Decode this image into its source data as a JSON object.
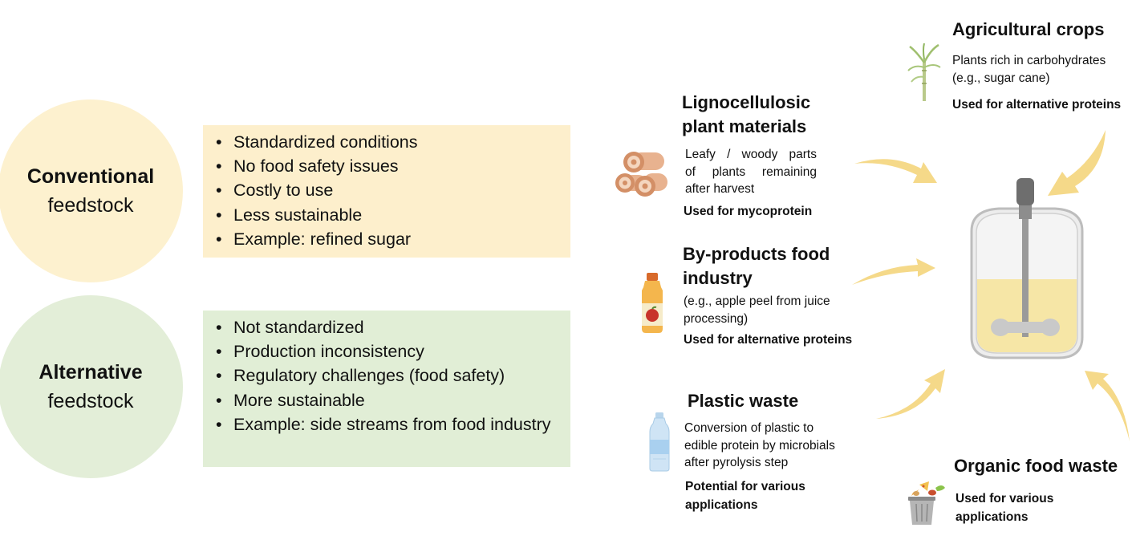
{
  "conventional": {
    "title": "Conventional",
    "subtitle": "feedstock",
    "bullets": [
      "Standardized conditions",
      "No food safety issues",
      "Costly to use",
      "Less sustainable",
      "Example: refined sugar"
    ]
  },
  "alternative": {
    "title": "Alternative",
    "subtitle": "feedstock",
    "bullets": [
      "Not standardized",
      "Production inconsistency",
      "Regulatory challenges (food safety)",
      "More sustainable",
      "Example: side streams from food industry"
    ]
  },
  "sources": {
    "agricultural": {
      "title": "Agricultural crops",
      "desc1": "Plants rich in carbohydrates",
      "desc2": "(e.g., sugar cane)",
      "use": "Used for alternative proteins"
    },
    "lignocellulosic": {
      "title1": "Lignocellulosic",
      "title2": "plant materials",
      "desc1": "Leafy / woody parts",
      "desc2": "of plants remaining",
      "desc3": "after harvest",
      "use": "Used for mycoprotein"
    },
    "byproducts": {
      "title1": "By-products food",
      "title2": "industry",
      "desc1": "(e.g., apple peel from juice",
      "desc2": "processing)",
      "use": "Used for alternative proteins"
    },
    "plastic": {
      "title": "Plastic waste",
      "desc1": "Conversion of plastic to",
      "desc2": "edible protein by microbials",
      "desc3": "after pyrolysis step",
      "use1": "Potential for various",
      "use2": "applications"
    },
    "organic": {
      "title": "Organic food waste",
      "use1": "Used for various",
      "use2": "applications"
    }
  },
  "colors": {
    "conventional_circle": "#fdf1cf",
    "conventional_box": "#fdefcc",
    "alternative_circle": "#e3eed8",
    "alternative_box": "#e1eed6",
    "arrow": "#f5d989",
    "bioreactor_liquid": "#f6e6a6"
  },
  "icons": [
    "sugar-cane-icon",
    "logs-icon",
    "juice-bottle-icon",
    "plastic-bottle-icon",
    "food-waste-bin-icon",
    "bioreactor-icon"
  ]
}
